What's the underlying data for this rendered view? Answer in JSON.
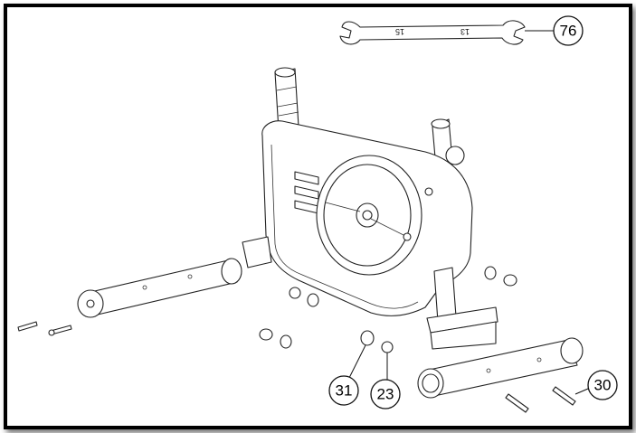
{
  "diagram": {
    "callouts": [
      {
        "label": "76",
        "part": "wrench"
      },
      {
        "label": "31",
        "part": "nut"
      },
      {
        "label": "23",
        "part": "washer"
      },
      {
        "label": "30",
        "part": "bolt"
      }
    ],
    "wrench_sizes": [
      "15",
      "13"
    ],
    "colors": {
      "line": "#222222",
      "frame": "#000000",
      "background": "#ffffff"
    }
  }
}
